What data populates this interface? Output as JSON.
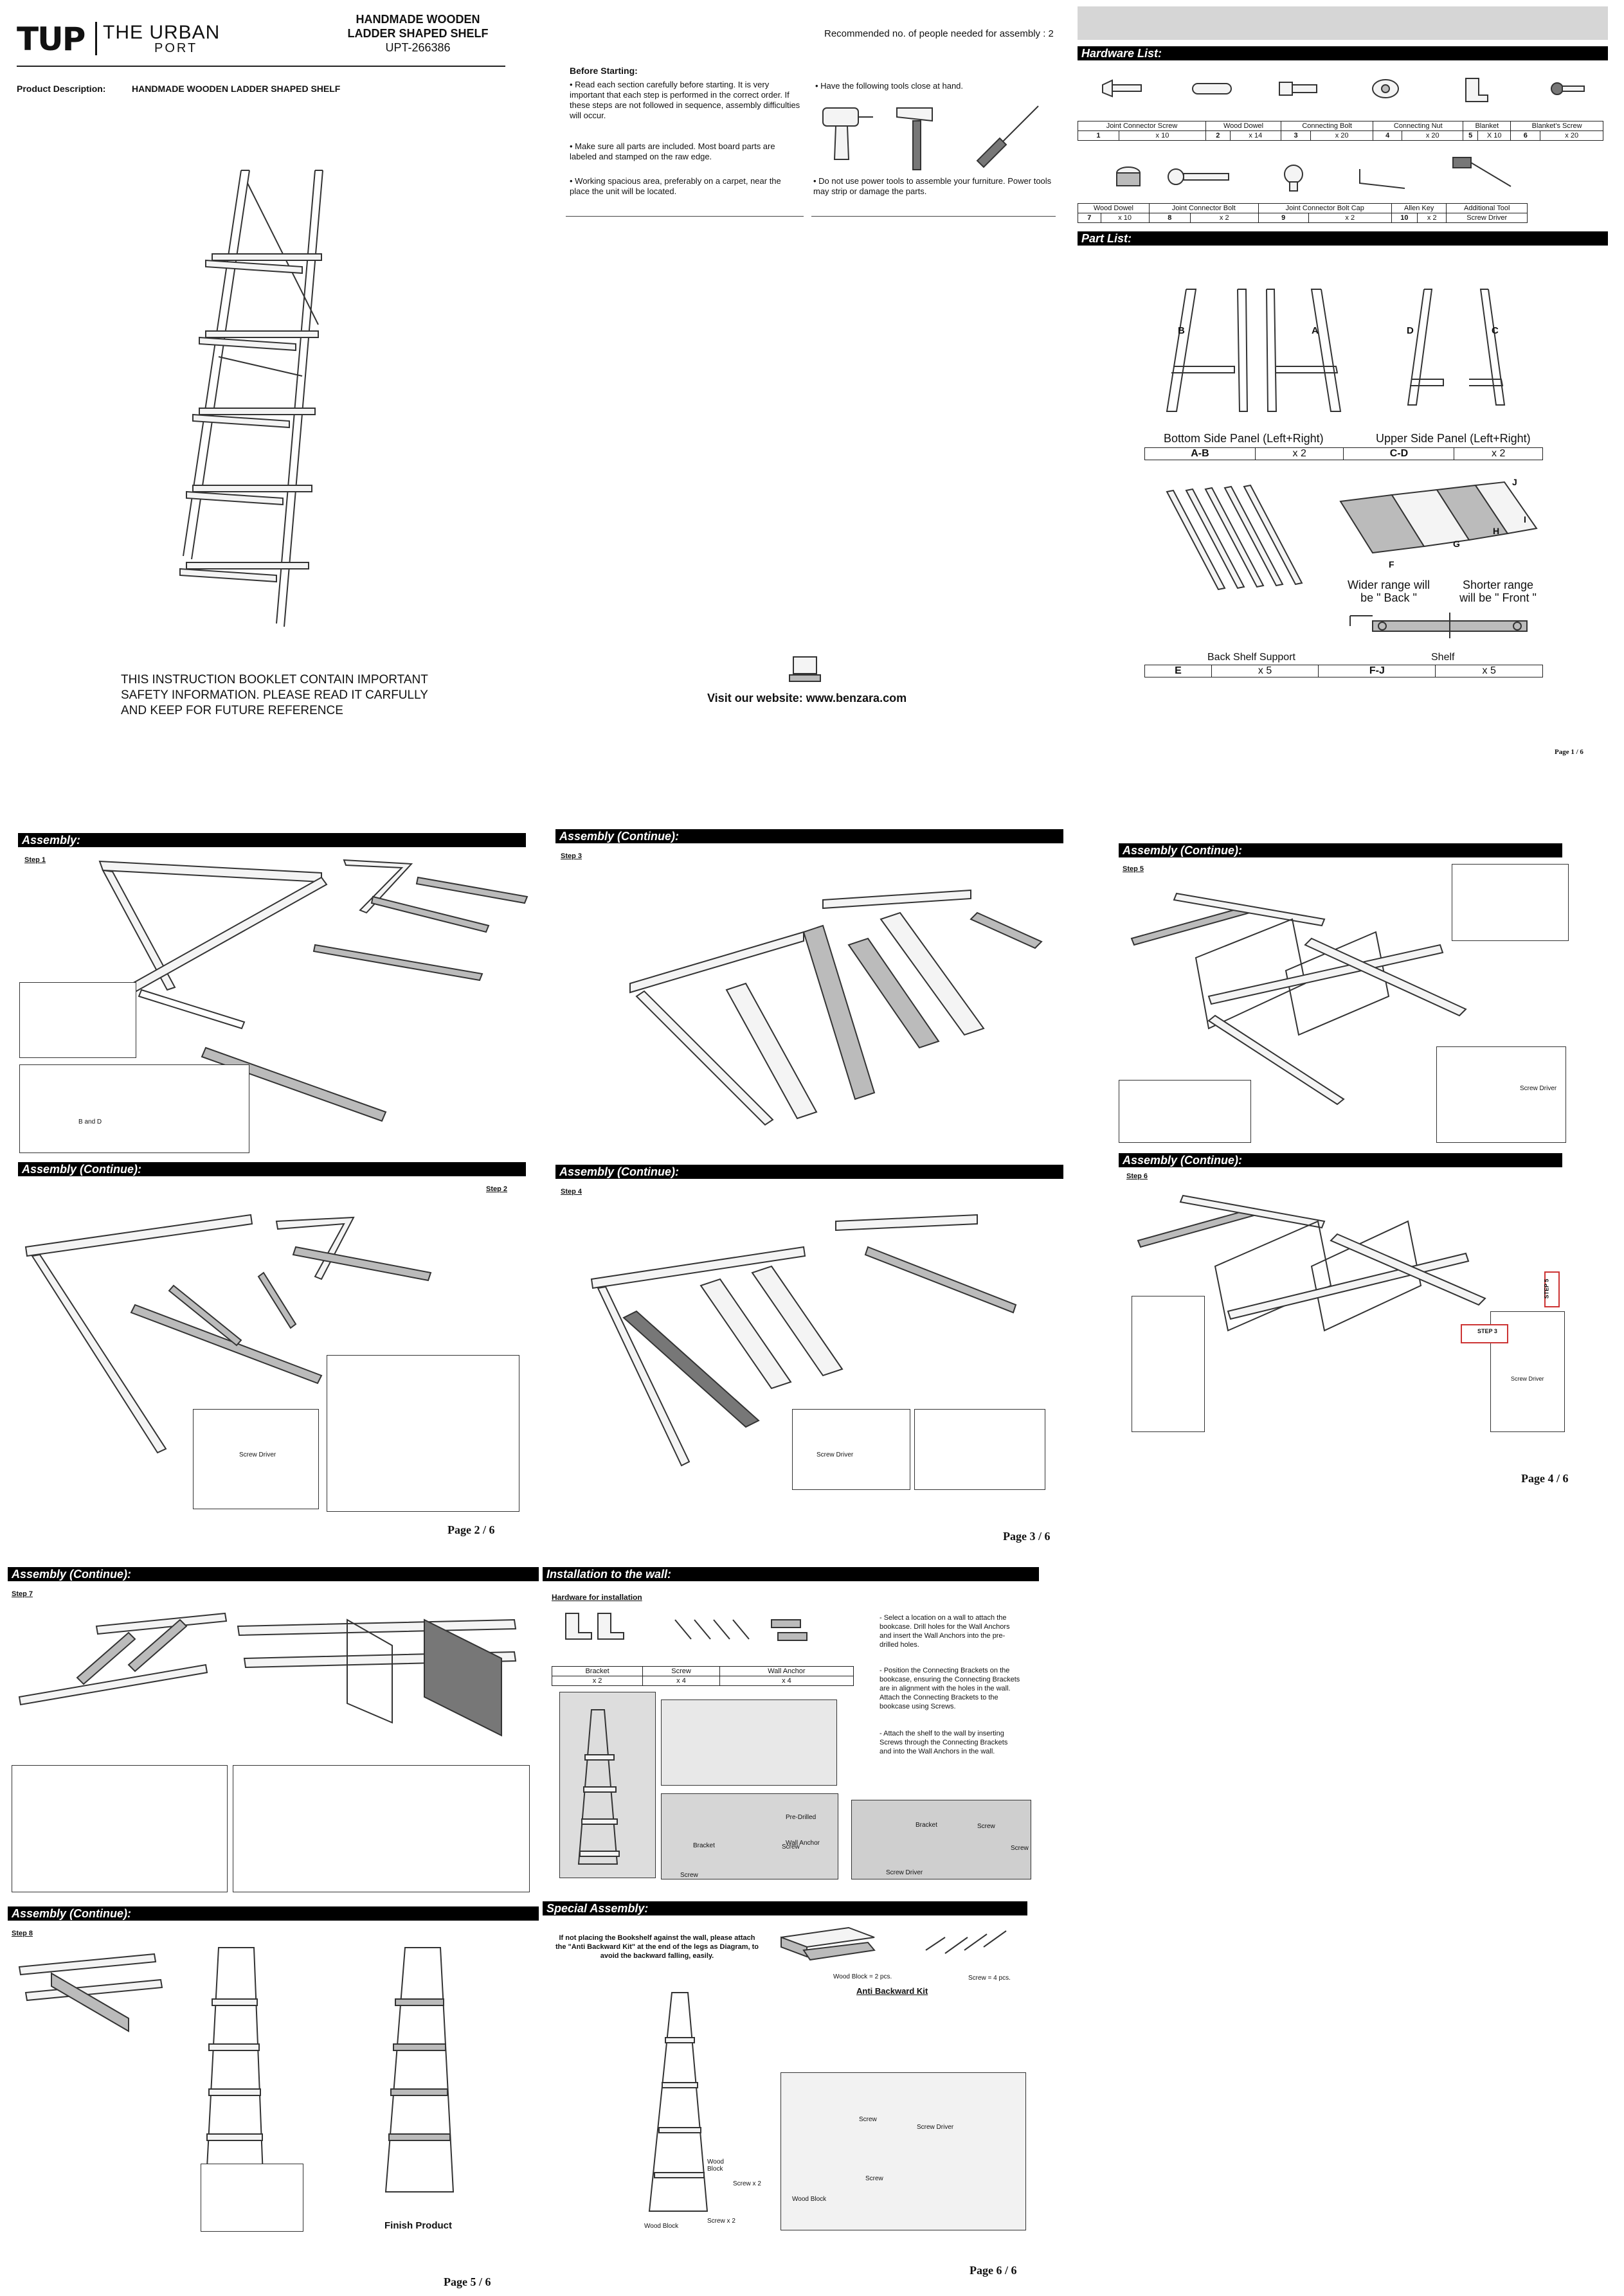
{
  "brand": {
    "logo_text": "TUP",
    "name_line1": "THE URBAN",
    "name_line2": "PORT"
  },
  "header": {
    "title_line1": "HANDMADE WOODEN",
    "title_line2": "LADDER SHAPED SHELF",
    "sku": "UPT-266386",
    "people_needed": "Recommended no. of people needed for assembly : 2"
  },
  "product": {
    "desc_label": "Product Description:",
    "desc_value": "HANDMADE WOODEN LADDER SHAPED SHELF"
  },
  "before": {
    "heading": "Before Starting:",
    "bullets": [
      "• Read each section carefully before starting. It is very important that each step is performed in the correct order. If these steps are not followed in sequence, assembly difficulties will occur.",
      "• Make sure all parts are included. Most board parts are labeled and stamped on the raw edge.",
      "• Working spacious area, preferably on a carpet, near the place the unit will be located."
    ],
    "tools_note": "• Have the following tools close at hand.",
    "power_note": "• Do not use power tools to assemble your furniture. Power tools may strip or damage the parts."
  },
  "safety_note": "THIS INSTRUCTION BOOKLET CONTAIN IMPORTANT SAFETY INFORMATION. PLEASE READ IT CARFULLY AND KEEP FOR FUTURE REFERENCE",
  "website": "Visit our website: www.benzara.com",
  "hardware": {
    "heading": "Hardware List:",
    "row1": [
      {
        "name": "Joint Connector Screw",
        "num": "1",
        "qty": "x 10",
        "icon": "screw-icon"
      },
      {
        "name": "Wood Dowel",
        "num": "2",
        "qty": "x 14",
        "icon": "dowel-icon"
      },
      {
        "name": "Connecting Bolt",
        "num": "3",
        "qty": "x 20",
        "icon": "bolt-icon"
      },
      {
        "name": "Connecting Nut",
        "num": "4",
        "qty": "x 20",
        "icon": "nut-icon"
      },
      {
        "name": "Blanket",
        "num": "5",
        "qty": "X 10",
        "icon": "bracket-icon"
      },
      {
        "name": "Blanket's Screw",
        "num": "6",
        "qty": "x 20",
        "icon": "small-screw-icon"
      }
    ],
    "row2": [
      {
        "name": "Wood Dowel",
        "num": "7",
        "qty": "x 10",
        "icon": "wood-plug-icon"
      },
      {
        "name": "Joint Connector Bolt",
        "num": "8",
        "qty": "x 2",
        "icon": "long-bolt-icon"
      },
      {
        "name": "Joint Connector Bolt Cap",
        "num": "9",
        "qty": "x 2",
        "icon": "cap-icon"
      },
      {
        "name": "Allen Key",
        "num": "10",
        "qty": "x 2",
        "icon": "allen-key-icon"
      },
      {
        "name": "Additional Tool",
        "num": "",
        "qty": "Screw Driver",
        "icon": "screwdriver-icon"
      }
    ]
  },
  "parts": {
    "heading": "Part List:",
    "labels": {
      "b": "B",
      "a": "A",
      "d": "D",
      "c": "C",
      "j": "J",
      "i": "I",
      "h": "H",
      "g": "G",
      "f": "F"
    },
    "bottom_panel": "Bottom Side Panel (Left+Right)",
    "upper_panel": "Upper Side Panel (Left+Right)",
    "row1": [
      "A-B",
      "x 2",
      "C-D",
      "x 2"
    ],
    "wider": "Wider  range will be \" Back \"",
    "shorter": "Shorter  range will be \" Front \"",
    "back_support": "Back Shelf Support",
    "shelf": "Shelf",
    "row2": [
      "E",
      "x 5",
      "F-J",
      "x 5"
    ]
  },
  "sections": {
    "assembly": "Assembly:",
    "assembly_continue": "Assembly (Continue):",
    "installation": "Installation to the wall:",
    "special": "Special Assembly:"
  },
  "steps": {
    "s1": "Step 1",
    "s2": "Step 2",
    "s3": "Step 3",
    "s4": "Step 4",
    "s5": "Step 5",
    "s6": "Step 6",
    "s7": "Step 7",
    "s8": "Step 8"
  },
  "pages": {
    "p1": "Page 1 / 6",
    "p2": "Page 2 / 6",
    "p3": "Page 3 / 6",
    "p4": "Page 4 / 6",
    "p5": "Page 5 / 6",
    "p6": "Page 6 / 6"
  },
  "callouts": {
    "screw_driver": "Screw Driver",
    "b_and_d": "B and D",
    "finish": "Finish Product",
    "step3_tag": "STEP 3",
    "step5_tag": "STEP 5"
  },
  "install": {
    "hw_title": "Hardware for installation",
    "table": [
      "Bracket",
      "x 2",
      "Screw",
      "x 4",
      "Wall Anchor",
      "x 4"
    ],
    "notes": [
      "- Select a location on a wall to attach the bookcase. Drill holes for the Wall Anchors and insert the Wall Anchors into the pre-drilled holes.",
      "- Position the Connecting Brackets on the bookcase, ensuring the Connecting Brackets are in alignment with the holes in the wall. Attach the Connecting Brackets to the bookcase using Screws.",
      "- Attach the shelf to the wall by inserting Screws through the Connecting Brackets and into the Wall Anchors in the wall."
    ],
    "labels": [
      "Pre-Drilled",
      "Wall Anchor",
      "Bracket",
      "Screw",
      "Bracket",
      "Screw",
      "Screw",
      "Screw Driver",
      "Screw"
    ]
  },
  "special": {
    "note": "If not placing the Bookshelf against the wall, please attach the \"Anti Backward Kit\" at the end of the legs as Diagram, to avoid the backward falling, easily.",
    "wood_block": "Wood Block = 2 pcs.",
    "screw": "Screw = 4 pcs.",
    "kit": "Anti Backward Kit",
    "labels": [
      "Wood Block",
      "Screw x 2",
      "Wood Block",
      "Screw x 2",
      "Screw",
      "Screw Driver",
      "Screw",
      "Wood Block"
    ]
  }
}
